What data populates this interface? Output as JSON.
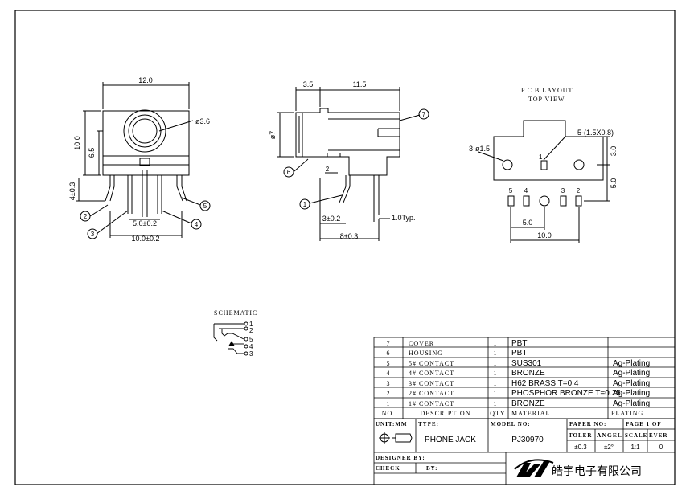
{
  "front_view": {
    "width_dim": "12.0",
    "hole_dim": "ø3.6",
    "height_dim": "10.0",
    "center_height_dim": "6.5",
    "pin_length_dim": "4±0.3",
    "pin_pitch_dim": "5.0±0.2",
    "pin_span_dim": "10.0±0.2",
    "callouts": [
      "2",
      "3",
      "4",
      "5"
    ]
  },
  "side_view": {
    "top_dim_a": "3.5",
    "top_dim_b": "11.5",
    "diameter_dim": "ø7",
    "small_dim": "2",
    "pin_dim": "3±0.2",
    "pin_width_dim": "1.0Typ.",
    "depth_dim": "8±0.3",
    "callouts": [
      "7",
      "6",
      "1"
    ]
  },
  "pcb_layout": {
    "title": "P.C.B LAYOUT",
    "subtitle": "TOP VIEW",
    "slot_dim": "5-(1.5X0.8)",
    "hole_dim": "3-ø1.5",
    "pad1_label": "1",
    "pin_labels": [
      "5",
      "4",
      "3",
      "2"
    ],
    "right_dim_a": "3.0",
    "right_dim_b": "5.0",
    "bottom_dim_a": "5.0",
    "bottom_dim_b": "10.0"
  },
  "schematic": {
    "title": "SCHEMATIC",
    "pins": [
      "1",
      "2",
      "5",
      "4",
      "3"
    ]
  },
  "bom": {
    "rows": [
      {
        "no": "7",
        "desc": "COVER",
        "qty": "1",
        "material": "PBT",
        "plating": ""
      },
      {
        "no": "6",
        "desc": "HOUSING",
        "qty": "1",
        "material": "PBT",
        "plating": ""
      },
      {
        "no": "5",
        "desc": "5# CONTACT",
        "qty": "1",
        "material": "SUS301",
        "plating": "Ag-Plating"
      },
      {
        "no": "4",
        "desc": "4# CONTACT",
        "qty": "1",
        "material": "BRONZE",
        "plating": "Ag-Plating"
      },
      {
        "no": "3",
        "desc": "3# CONTACT",
        "qty": "1",
        "material": "H62 BRASS T=0.4",
        "plating": "Ag-Plating"
      },
      {
        "no": "2",
        "desc": "2# CONTACT",
        "qty": "1",
        "material": "PHOSPHOR BRONZE T=0.25",
        "plating": "Ag-Plating"
      },
      {
        "no": "1",
        "desc": "1# CONTACT",
        "qty": "1",
        "material": "BRONZE",
        "plating": "Ag-Plating"
      }
    ],
    "header": {
      "no": "NO.",
      "desc": "DESCRIPTION",
      "qty": "QTY",
      "material": "MATERIAL",
      "plating": "PLATING"
    }
  },
  "title_block": {
    "unit_label": "UNIT:MM",
    "type_label": "TYPE:",
    "type_value": "PHONE JACK",
    "model_label": "MODEL NO:",
    "model_value": "PJ30970",
    "paper_label": "PAPER NO:",
    "page_label": "PAGE 1 OF",
    "tol_label": "TOLER",
    "angle_label": "ANGEL",
    "scale_label": "SCALE",
    "rev_label": "EVER",
    "tol_value": "±0.3",
    "angle_value": "±2°",
    "scale_value": "1:1",
    "rev_value": "0",
    "designer_label": "DESIGNER BY:",
    "check_label": "CHECK",
    "by_label": "BY:",
    "company": "皓宇电子有限公司"
  }
}
